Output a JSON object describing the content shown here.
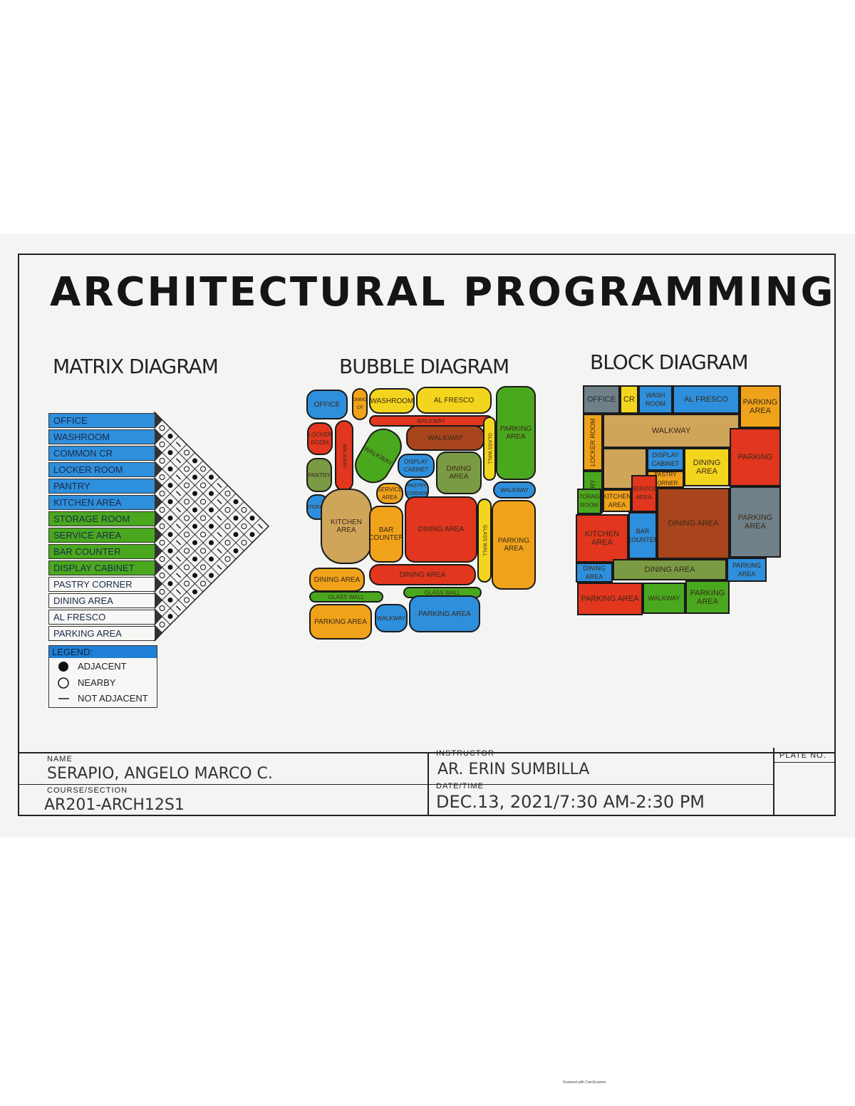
{
  "title": "ARCHITECTURAL PROGRAMMING",
  "sections": {
    "matrix": "MATRIX DIAGRAM",
    "bubble": "BUBBLE DIAGRAM",
    "block": "BLOCK DIAGRAM"
  },
  "matrix": {
    "rows": [
      {
        "label": "OFFICE",
        "color": "#2e8fdc"
      },
      {
        "label": "WASHROOM",
        "color": "#2e8fdc"
      },
      {
        "label": "COMMON CR",
        "color": "#2e8fdc"
      },
      {
        "label": "LOCKER ROOM",
        "color": "#2e8fdc"
      },
      {
        "label": "PANTRY",
        "color": "#2e8fdc"
      },
      {
        "label": "KITCHEN AREA",
        "color": "#2e8fdc"
      },
      {
        "label": "STORAGE ROOM",
        "color": "#4aa81e"
      },
      {
        "label": "SERVICE  AREA",
        "color": "#4aa81e"
      },
      {
        "label": "BAR COUNTER",
        "color": "#4aa81e"
      },
      {
        "label": "DISPLAY CABINET",
        "color": "#4aa81e"
      },
      {
        "label": "PASTRY CORNER",
        "color": "#f7f7f5"
      },
      {
        "label": "DINING AREA",
        "color": "#f7f7f5"
      },
      {
        "label": "AL FRESCO",
        "color": "#f7f7f5"
      },
      {
        "label": "PARKING AREA",
        "color": "#f7f7f5"
      }
    ],
    "legend": {
      "title": "LEGEND:",
      "adjacent": "ADJACENT",
      "nearby": "NEARBY",
      "not_adjacent": "NOT ADJACENT"
    }
  },
  "bubble": {
    "office": "OFFICE",
    "common_cr": "COMMON CR",
    "washroom": "WASHROOM",
    "al_fresco": "AL FRESCO",
    "parking_1": "PARKING AREA",
    "locker_room": "LOCKER ROOM",
    "walkway_top": "WALKWAY",
    "walkway_v": "WALKWAY",
    "walkway_diag": "WALKWAY",
    "storage": "STORAGE",
    "pantry": "PANTRY",
    "display_cabinet": "DISPLAY CABINET",
    "dining_small": "DINING AREA",
    "glass_wall_v": "GLASS WALL",
    "walkway_right": "WALKWAY",
    "service_area": "SERVICE AREA",
    "pastry_corner": "PASTRY CORNER",
    "kitchen_area": "KITCHEN AREA",
    "bar_counter": "BAR COUNTER",
    "dining_main": "DINING AREA",
    "glass_wall_r": "GLASS WALL",
    "parking_2": "PARKING AREA",
    "dining_left": "DINING AREA",
    "dining_bottom": "DINING AREA",
    "glass_wall_b1": "GLASS WALL",
    "glass_wall_b2": "GLASS WALL",
    "parking_3": "PARKING AREA",
    "walkway_bottom": "WALKWAY",
    "parking_4": "PARKING AREA"
  },
  "block": {
    "office": "OFFICE",
    "cr": "CR",
    "washroom": "WASH ROOM",
    "al_fresco": "AL FRESCO",
    "parking_1": "PARKING AREA",
    "locker_room": "LOCKER ROOM",
    "walkway": "WALKWAY",
    "pantry": "PANTRY",
    "display_cabinet": "DISPLAY CABINET",
    "pastry_corner": "PASTRY CORNER",
    "dining_1": "DINING AREA",
    "parking_red": "PARKING",
    "storage": "STORAGE ROOM",
    "kitchen_small": "KITCHEN AREA",
    "service": "SERVICE AREA",
    "bar_counter": "BAR COUNTER",
    "dining_main": "DINING AREA",
    "parking_gray": "PARKING AREA",
    "kitchen_area": "KITCHEN AREA",
    "dining_2": "DINING AREA",
    "dining_3": "DINING AREA",
    "parking_2": "PARKING AREA",
    "parking_3": "PARKING AREA",
    "walkway_2": "WALKWAY",
    "parking_4": "PARKING AREA"
  },
  "title_block": {
    "name_label": "NAME",
    "name": "SERAPIO, ANGELO MARCO C.",
    "course_label": "COURSE/SECTION",
    "course": "AR201-ARCH12S1",
    "instructor_label": "INSTRUCTOR",
    "instructor": "AR. ERIN SUMBILLA",
    "date_label": "DATE/TIME",
    "date": "DEC.13, 2021/7:30 AM-2:30 PM",
    "plate_label": "PLATE NO."
  },
  "footnote": "Scanned with CamScanner"
}
